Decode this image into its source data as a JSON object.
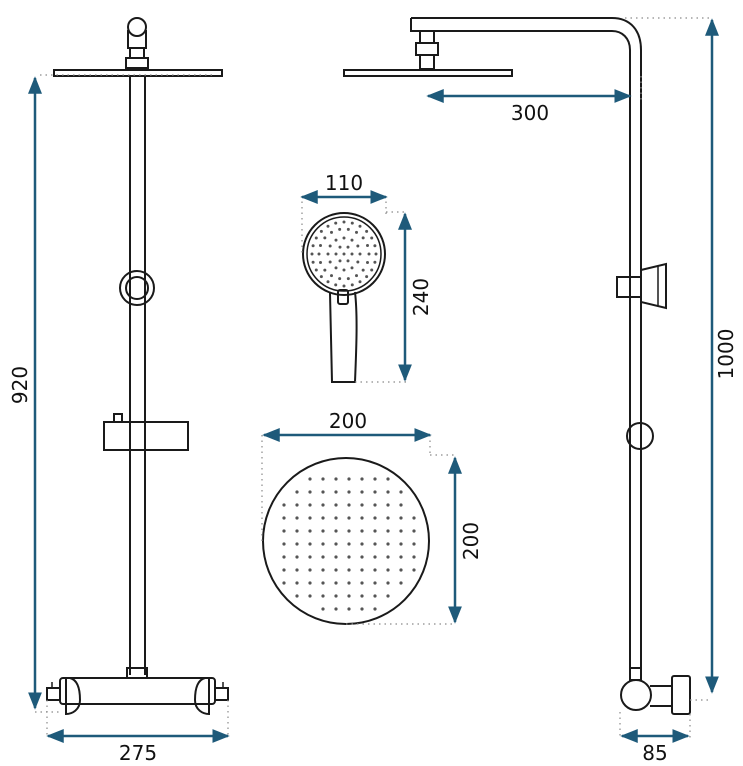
{
  "colors": {
    "outline": "#1a1a1a",
    "dimension_line": "#1e5a7a",
    "guide_dots": "#8a8a8a",
    "background": "#ffffff"
  },
  "dimensions": {
    "front_height": "920",
    "front_width": "275",
    "overhead_arm": "300",
    "hand_shower_width": "110",
    "hand_shower_height": "240",
    "rain_head_width": "200",
    "rain_head_height": "200",
    "side_height": "1000",
    "side_depth": "85"
  },
  "icons": {
    "dimension_arrow": "double-arrow-icon"
  }
}
